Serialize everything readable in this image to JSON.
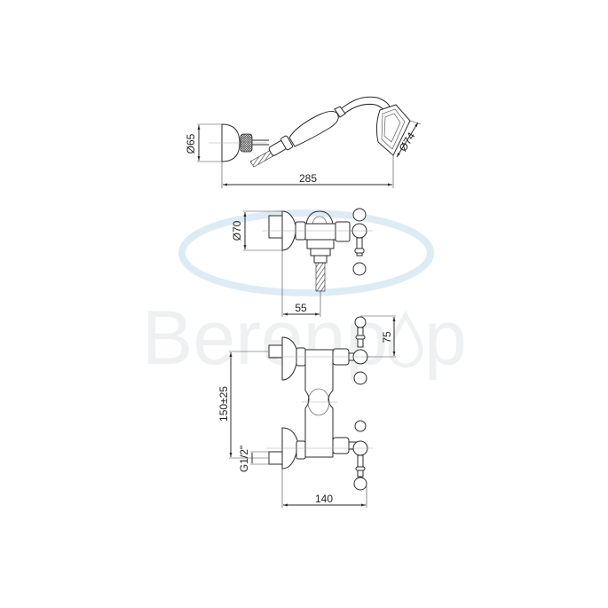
{
  "watermark": {
    "text": "Berenp",
    "tail": "p",
    "color": "#eef0f1",
    "ring_color": "#dcecf5"
  },
  "drawing": {
    "line_color": "#2a2a2a",
    "views": [
      {
        "name": "hand-shower-view",
        "dimensions": {
          "holder_diameter": "Ø65",
          "head_diameter": "Ø74",
          "overall_length": "285"
        }
      },
      {
        "name": "top-view",
        "dimensions": {
          "flange_diameter": "Ø70",
          "projection": "55"
        }
      },
      {
        "name": "front-view",
        "dimensions": {
          "handle_height": "75",
          "centre_distance": "150±25",
          "connection_thread": "G1/2\"",
          "overall_width": "140"
        }
      }
    ]
  }
}
